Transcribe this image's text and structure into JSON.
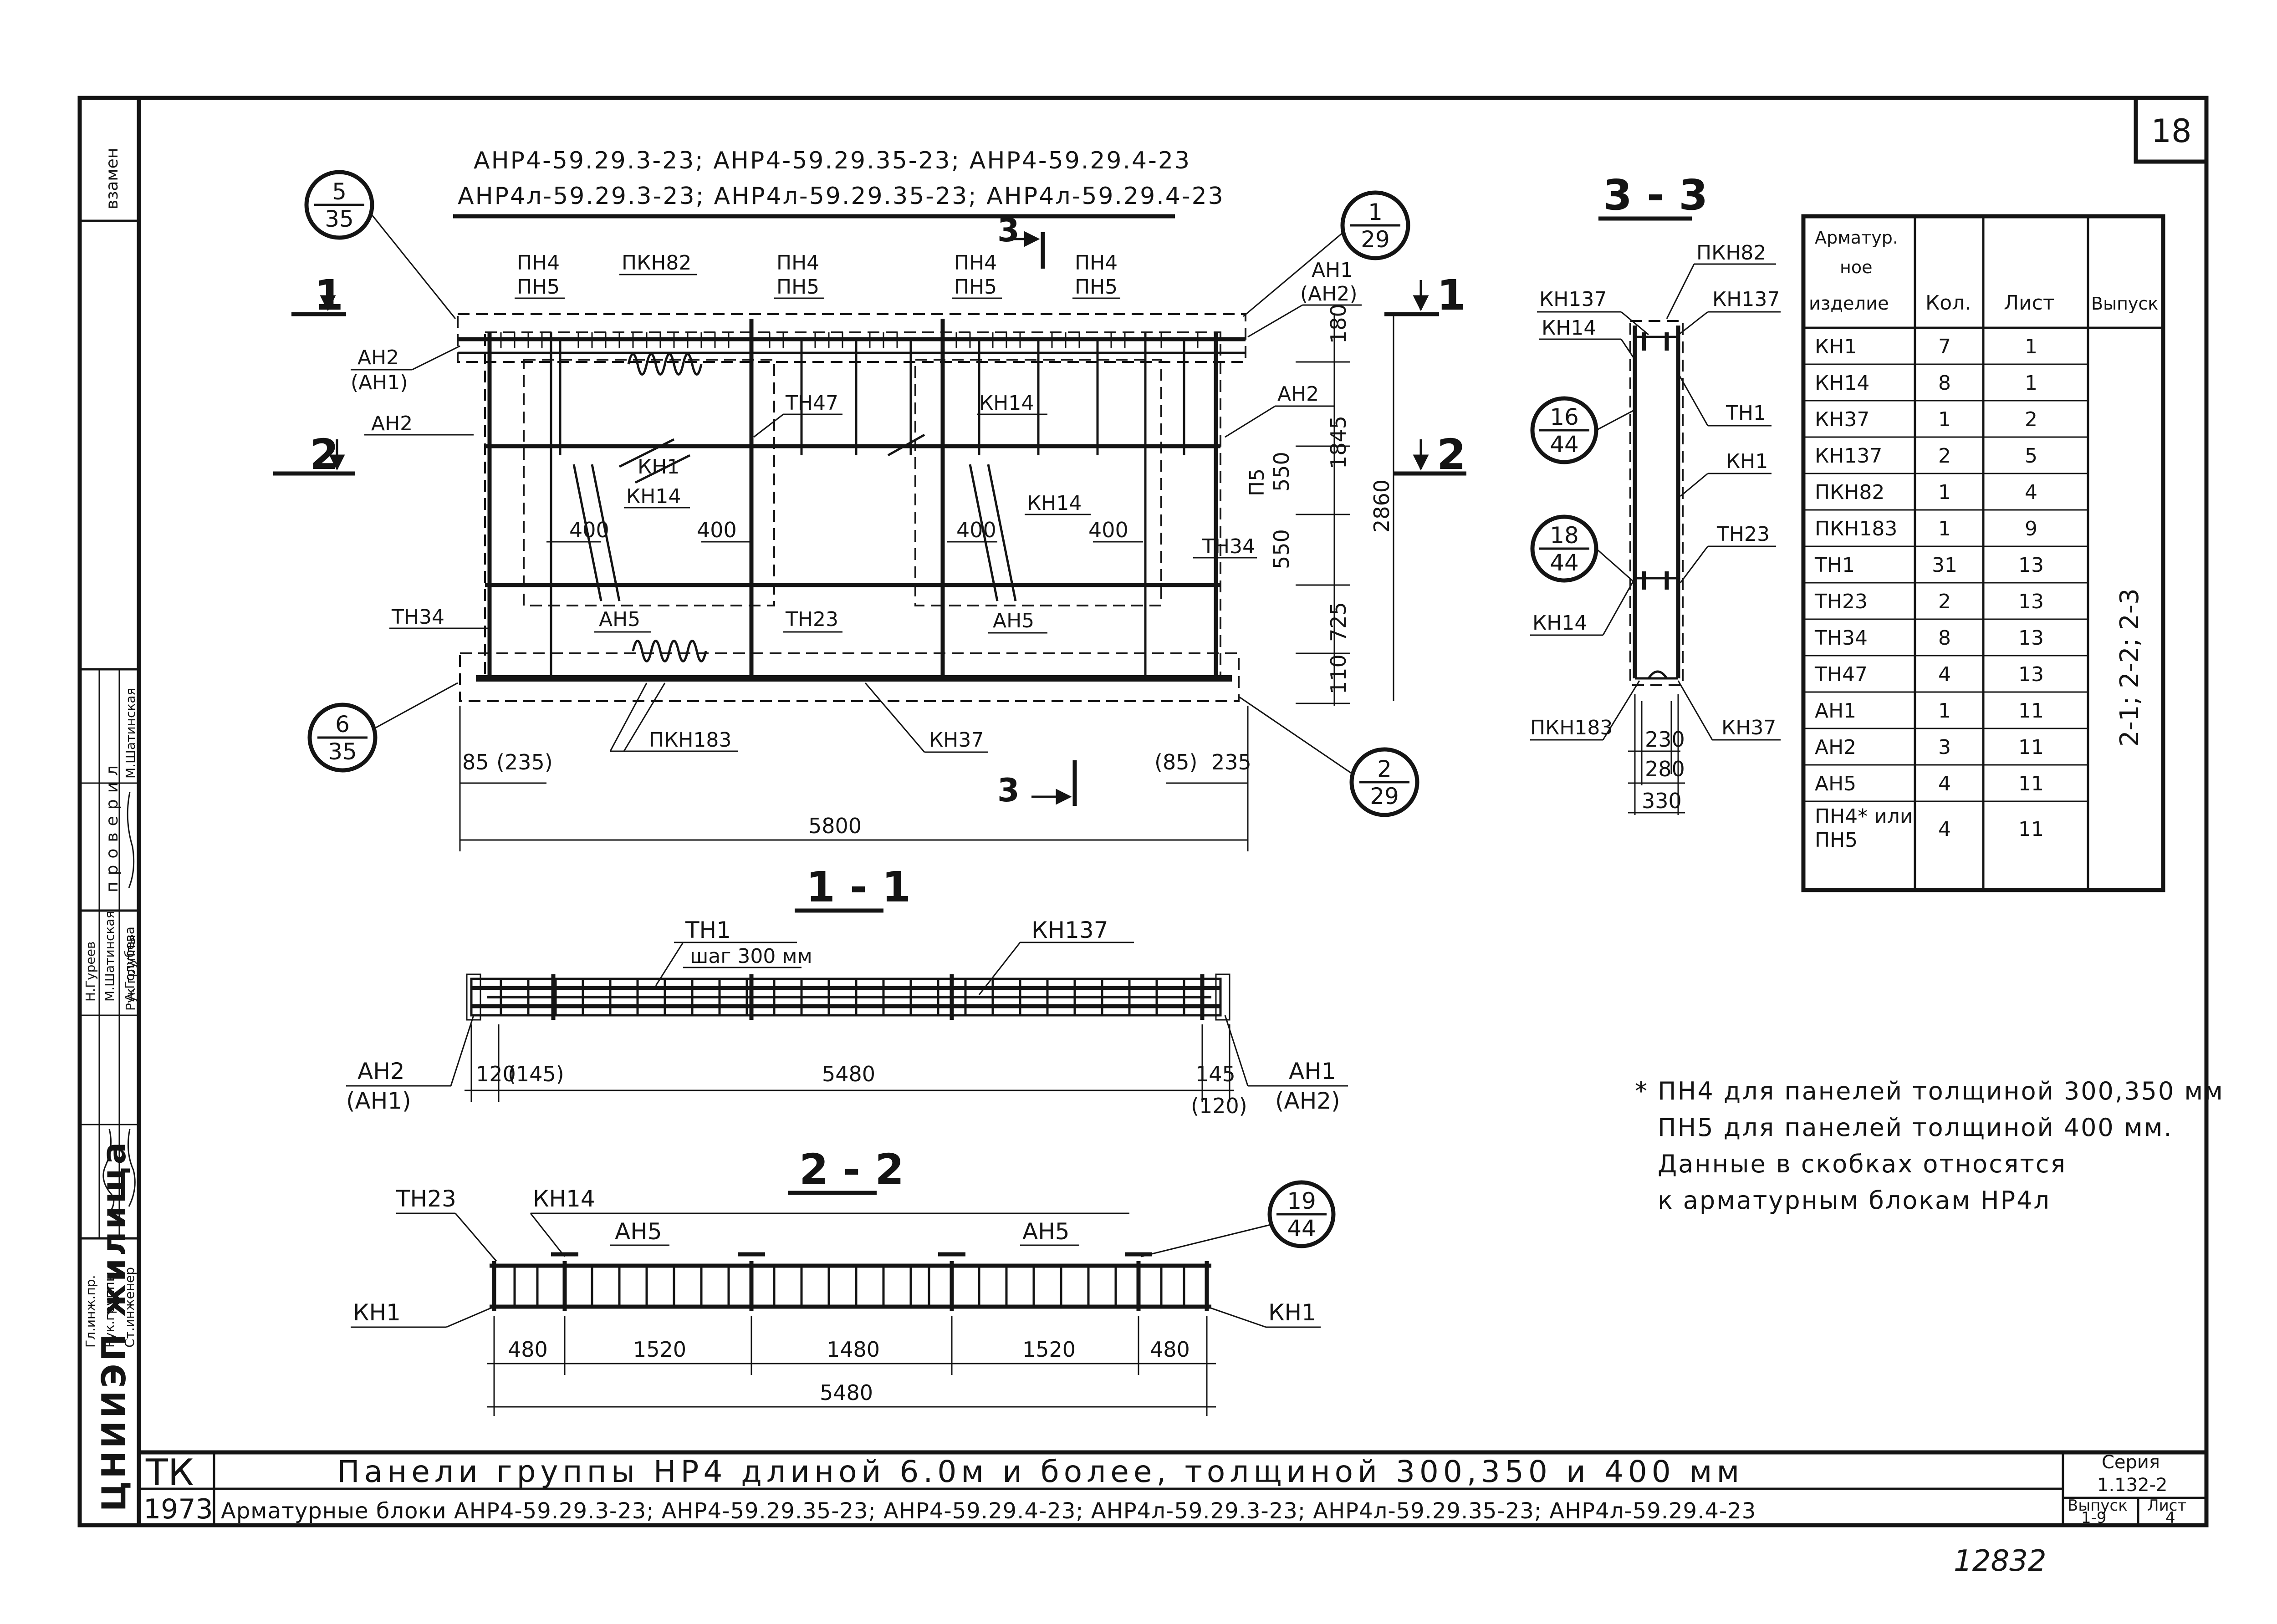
{
  "sheet": {
    "page_number": "18",
    "handwritten_mark": "12832",
    "header_line1": "АНР4-59.29.3-23; АНР4-59.29.35-23; АНР4-59.29.4-23",
    "header_line2": "АНР4л-59.29.3-23; АНР4л-59.29.35-23; АНР4л-59.29.4-23"
  },
  "side_stamp": {
    "vzamen": "взамен",
    "proveril": "проверил",
    "org": "ЦНИИЭП жилища",
    "roles": [
      "Гл.инж.пр.",
      "Рук.группы",
      "Ст.инженер"
    ],
    "names": [
      "Н.Гуреев",
      "М.Шатинская",
      "А.Голубева"
    ],
    "check_roles": [
      "Рук группы"
    ],
    "check_names": [
      "М.Шатинская"
    ]
  },
  "labels": {
    "pn4": "ПН4",
    "pn5": "ПН5",
    "pkn82": "ПКН82",
    "pkn183": "ПКН183",
    "an1": "АН1",
    "an2": "АН2",
    "an5": "АН5",
    "an1_p": "(АН1)",
    "an2_p": "(АН2)",
    "kn1": "КН1",
    "kn14": "КН14",
    "kn37": "КН37",
    "kn137": "КН137",
    "tn1": "ТН1",
    "tn23": "ТН23",
    "tn34": "ТН34",
    "tn47": "ТН47",
    "p5": "П5",
    "step": "шаг 300 мм",
    "cut1": "1",
    "cut2": "2",
    "cut3": "3"
  },
  "callouts": {
    "c5_35": [
      "5",
      "35"
    ],
    "c1_29": [
      "1",
      "29"
    ],
    "c6_35": [
      "6",
      "35"
    ],
    "c2_29": [
      "2",
      "29"
    ],
    "c16_44": [
      "16",
      "44"
    ],
    "c18_44": [
      "18",
      "44"
    ],
    "c19_44": [
      "19",
      "44"
    ]
  },
  "dims": {
    "d400": "400",
    "d550": "550",
    "d725": "725",
    "d180": "180",
    "d110": "110",
    "d1845": "1845",
    "d2860": "2860",
    "d85": "85",
    "d235": "235",
    "d85p": "(85)",
    "d235p": "(235)",
    "d5800": "5800",
    "d120": "120",
    "d145p": "(145)",
    "d5480": "5480",
    "d145": "145",
    "d120p": "(120)",
    "d480": "480",
    "d1520": "1520",
    "d1480": "1480",
    "d230": "230",
    "d280": "280",
    "d330": "330"
  },
  "sections": {
    "s11": "1 - 1",
    "s22": "2 - 2",
    "s33": "3 - 3"
  },
  "spec_table": {
    "headers": [
      "Арматурное изделие",
      "Кол.",
      "Лист",
      "Выпуск"
    ],
    "rows": [
      [
        "КН1",
        "7",
        "1"
      ],
      [
        "КН14",
        "8",
        "1"
      ],
      [
        "КН37",
        "1",
        "2"
      ],
      [
        "КН137",
        "2",
        "5"
      ],
      [
        "ПКН82",
        "1",
        "4"
      ],
      [
        "ПКН183",
        "1",
        "9"
      ],
      [
        "ТН1",
        "31",
        "13"
      ],
      [
        "ТН23",
        "2",
        "13"
      ],
      [
        "ТН34",
        "8",
        "13"
      ],
      [
        "ТН47",
        "4",
        "13"
      ],
      [
        "АН1",
        "1",
        "11"
      ],
      [
        "АН2",
        "3",
        "11"
      ],
      [
        "АН5",
        "4",
        "11"
      ],
      [
        "ПН4* или ПН5",
        "4",
        "11"
      ]
    ],
    "issue": "2-1; 2-2; 2-3"
  },
  "notes": [
    "* ПН4 для панелей толщиной 300,350 мм",
    "ПН5 для панелей толщиной 400 мм.",
    "Данные в скобках относятся",
    "к арматурным блокам НР4л"
  ],
  "title_block": {
    "tk": "ТК",
    "year": "1973",
    "title1": "Панели группы НР4 длиной 6.0м и более, толщиной 300,350 и 400 мм",
    "title2": "Арматурные блоки АНР4-59.29.3-23; АНР4-59.29.35-23; АНР4-59.29.4-23; АНР4л-59.29.3-23; АНР4л-59.29.35-23; АНР4л-59.29.4-23",
    "series_label": "Серия",
    "series_value": "1.132-2",
    "issue_label": "Выпуск",
    "issue_value": "1-9",
    "sheet_label": "Лист",
    "sheet_value": "4"
  }
}
